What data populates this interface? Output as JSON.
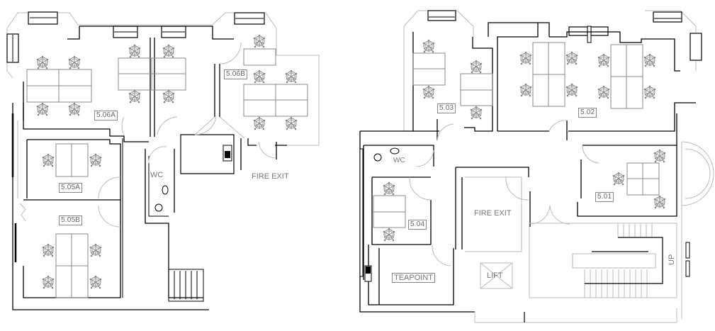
{
  "drawing": {
    "type": "floor-plan",
    "colors": {
      "wall": "#000000",
      "furniture": "#888888",
      "outline": "#bbbbbb",
      "label_text": "#666666"
    },
    "wings": [
      {
        "name": "west-wing",
        "rooms": [
          {
            "id": "5.06A",
            "label": "5.06A"
          },
          {
            "id": "5.06B",
            "label": "5.06B"
          },
          {
            "id": "5.05A",
            "label": "5.05A"
          },
          {
            "id": "5.05B",
            "label": "5.05B"
          }
        ],
        "areas": [
          {
            "id": "wc-west",
            "label": "WC"
          },
          {
            "id": "fire-exit-west",
            "label": "FIRE EXIT"
          }
        ]
      },
      {
        "name": "east-wing",
        "rooms": [
          {
            "id": "5.03",
            "label": "5.03"
          },
          {
            "id": "5.02",
            "label": "5.02"
          },
          {
            "id": "5.01",
            "label": "5.01"
          },
          {
            "id": "5.04",
            "label": "5.04"
          }
        ],
        "areas": [
          {
            "id": "wc-east",
            "label": "WC"
          },
          {
            "id": "fire-exit-east",
            "label": "FIRE EXIT"
          },
          {
            "id": "teapoint",
            "label": "TEAPOINT"
          },
          {
            "id": "lift",
            "label": "LIFT"
          },
          {
            "id": "stairs-up",
            "label": "UP"
          }
        ]
      }
    ]
  }
}
